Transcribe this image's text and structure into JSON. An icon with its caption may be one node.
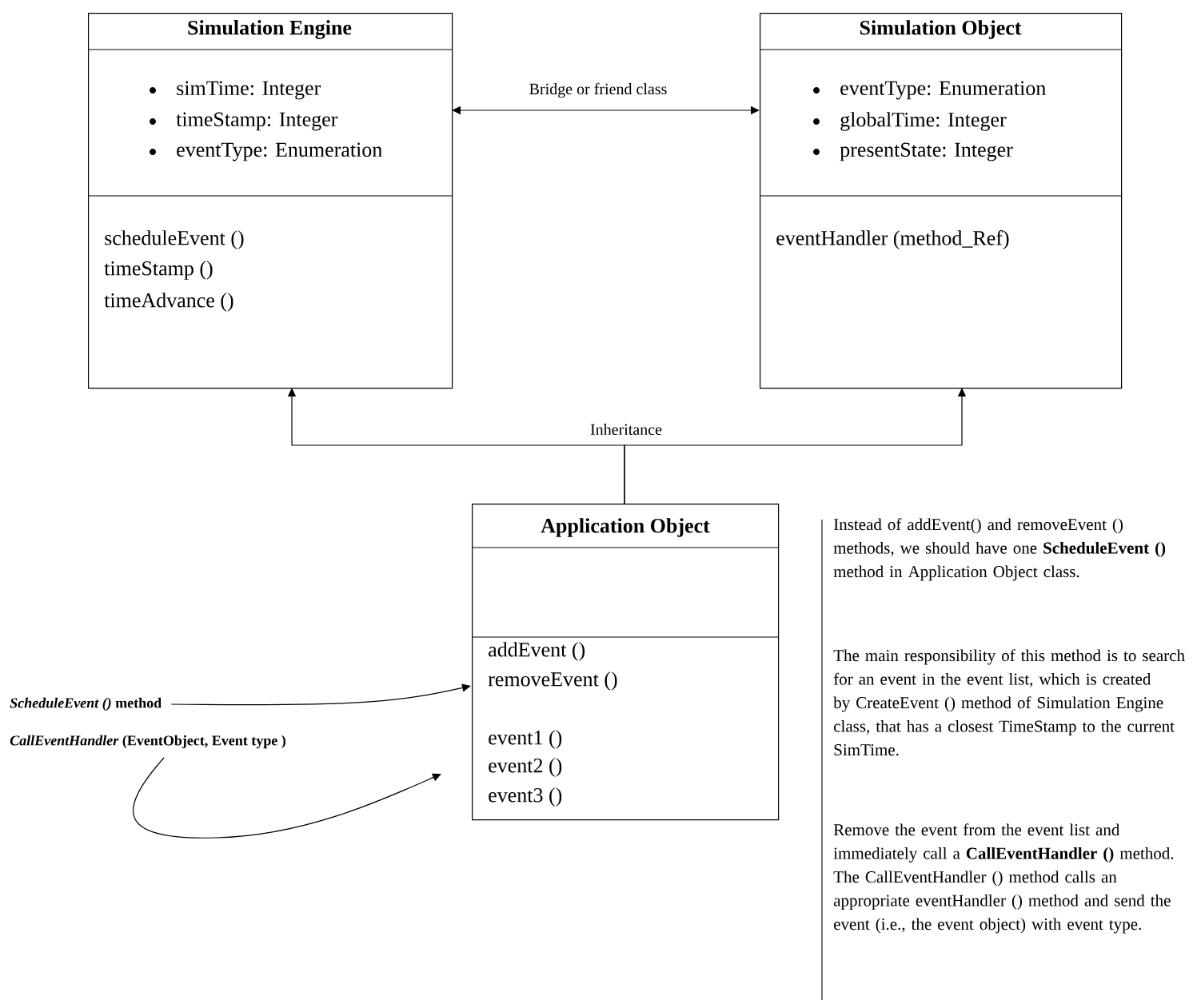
{
  "diagram": {
    "nodes": [
      {
        "text": [
          "Simulation Engine",
          "simTime: Integer",
          "timeStamp: Integer",
          "eventType: Enumeration",
          "scheduleEvent ()",
          "timeStamp ()",
          "timeAdvance ()"
        ]
      },
      {
        "text": [
          "Simulation Object",
          "eventType: Enumeration",
          "globalTime: Integer",
          "presentState: Integer",
          "eventHandler (method_Ref)"
        ]
      },
      {
        "text": [
          "Application Object",
          "addEvent ()",
          "removeEvent ()",
          "event1 ()",
          "event2 ()",
          "event3 ()"
        ]
      },
      {
        "text": [
          "*ScheduleEvent ()* method"
        ]
      },
      {
        "text": [
          "*CallEventHandler* (EventObject, Event type )"
        ]
      }
    ],
    "edges": [
      {
        "from": 0,
        "to": 1,
        "arrow": "both",
        "label": "Bridge or friend class"
      },
      {
        "from": 2,
        "to": 0,
        "arrow": "to",
        "label": "Inheritance"
      },
      {
        "from": 2,
        "to": 1,
        "arrow": "to"
      },
      {
        "from": 3,
        "to": 2,
        "arrow": "to"
      },
      {
        "from": 4,
        "to": 2,
        "arrow": "to"
      }
    ],
    "labels": [
      "Instead of addEvent() and removeEvent () methods, we should have one **ScheduleEvent ()** method in Application Object class.",
      "The main responsibility of this method is to search for an event in the event list, which is created by CreateEvent () method of Simulation Engine class, that has a closest TimeStamp to the current SimTime.",
      "Remove the event from the event list and immediately call a **CallEventHandler ()** method. The CallEventHandler () method calls an appropriate eventHandler () method and send the event (i.e., the event object) with event type."
    ]
  }
}
